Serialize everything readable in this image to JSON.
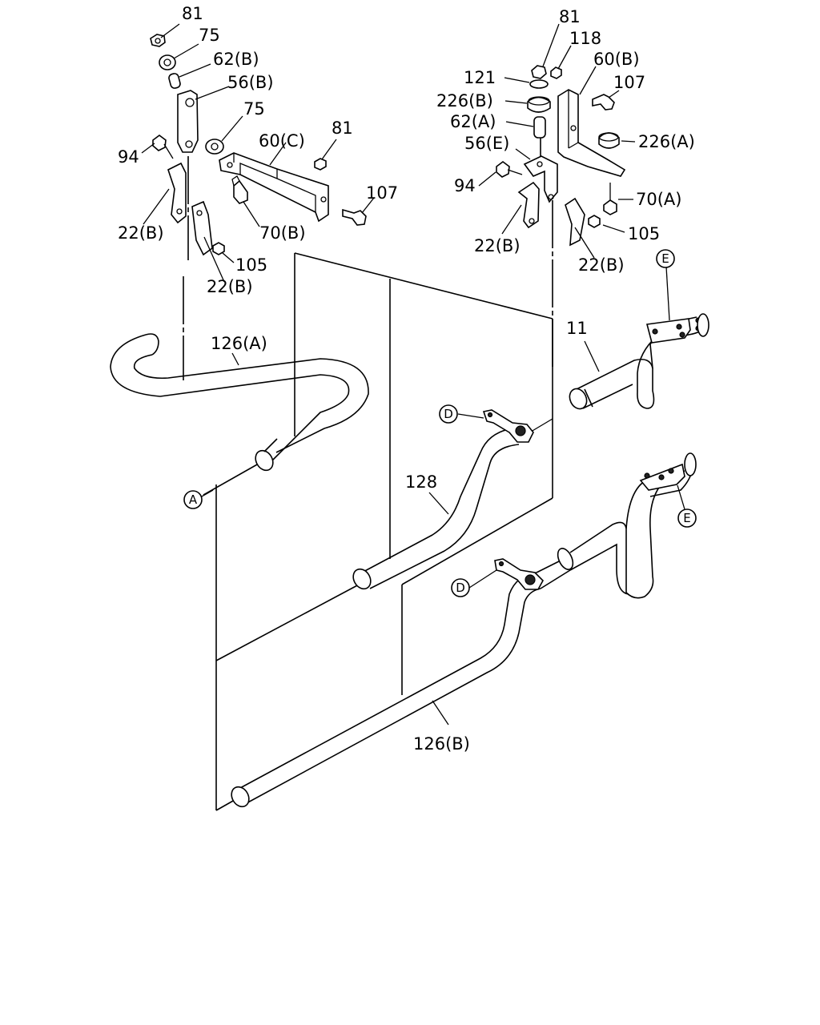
{
  "labels": {
    "l81a": "81",
    "l75a": "75",
    "l62b_l": "62(B)",
    "l56b": "56(B)",
    "l75b": "75",
    "l94a": "94",
    "l60c": "60(C)",
    "l81b": "81",
    "l107a": "107",
    "l70b": "70(B)",
    "l22b_1": "22(B)",
    "l105a": "105",
    "l22b_2": "22(B)",
    "l81c": "81",
    "l118": "118",
    "l60b": "60(B)",
    "l121": "121",
    "l107b": "107",
    "l226b": "226(B)",
    "l62a": "62(A)",
    "l226a": "226(A)",
    "l56e": "56(E)",
    "l94b": "94",
    "l70a": "70(A)",
    "l22b_3": "22(B)",
    "l105b": "105",
    "l22b_4": "22(B)",
    "l126a": "126(A)",
    "l11": "11",
    "l128": "128",
    "l126b": "126(B)"
  },
  "callouts": {
    "a": "A",
    "d1": "D",
    "d2": "D",
    "e1": "E",
    "e2": "E"
  }
}
